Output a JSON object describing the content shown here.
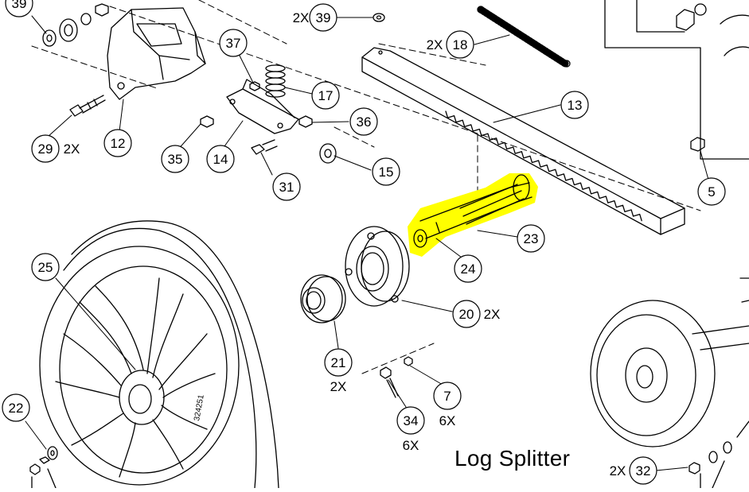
{
  "diagram": {
    "title": "Log Splitter",
    "highlight_color": "#ffff00",
    "line_color": "#000000",
    "callouts": [
      {
        "id": "c39a",
        "num": "39",
        "qty": ""
      },
      {
        "id": "c12",
        "num": "12",
        "qty": ""
      },
      {
        "id": "c29",
        "num": "29",
        "qty": "2X"
      },
      {
        "id": "c37",
        "num": "37",
        "qty": ""
      },
      {
        "id": "c17",
        "num": "17",
        "qty": ""
      },
      {
        "id": "c36",
        "num": "36",
        "qty": ""
      },
      {
        "id": "c35",
        "num": "35",
        "qty": ""
      },
      {
        "id": "c14",
        "num": "14",
        "qty": ""
      },
      {
        "id": "c31",
        "num": "31",
        "qty": ""
      },
      {
        "id": "c15",
        "num": "15",
        "qty": ""
      },
      {
        "id": "c39b",
        "num": "39",
        "qty": "2X"
      },
      {
        "id": "c18",
        "num": "18",
        "qty": "2X"
      },
      {
        "id": "c13",
        "num": "13",
        "qty": ""
      },
      {
        "id": "c5",
        "num": "5",
        "qty": ""
      },
      {
        "id": "c23",
        "num": "23",
        "qty": ""
      },
      {
        "id": "c24",
        "num": "24",
        "qty": ""
      },
      {
        "id": "c25",
        "num": "25",
        "qty": ""
      },
      {
        "id": "c20",
        "num": "20",
        "qty": "2X"
      },
      {
        "id": "c21",
        "num": "21",
        "qty": "2X"
      },
      {
        "id": "c7",
        "num": "7",
        "qty": "6X"
      },
      {
        "id": "c34",
        "num": "34",
        "qty": "6X"
      },
      {
        "id": "c22",
        "num": "22",
        "qty": ""
      },
      {
        "id": "c32",
        "num": "32",
        "qty": "2X"
      }
    ]
  }
}
